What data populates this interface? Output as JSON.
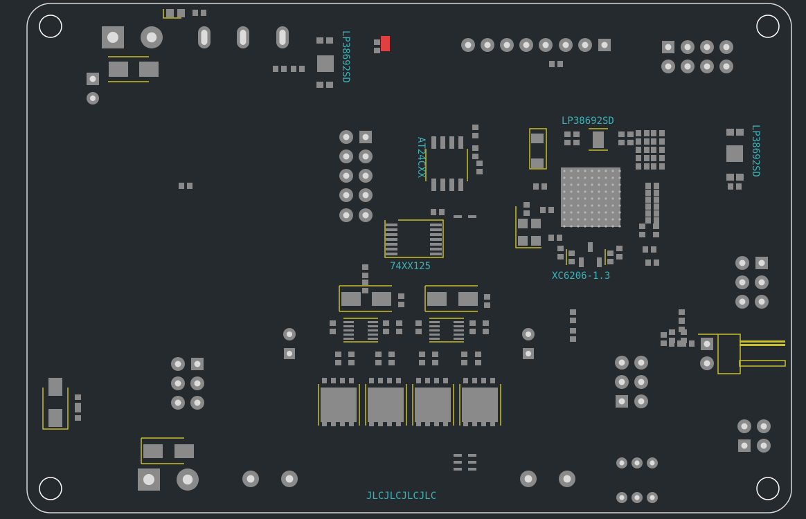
{
  "board": {
    "background": "#252a2e",
    "outline_color": "#d8d8d8",
    "pad_color": "#8a8a8a",
    "silk_color": "#c8c02a",
    "label_color": "#39b3b8",
    "highlight_color": "#e04040"
  },
  "labels": {
    "u_top_left": "LP38692SD",
    "u_top_center": "LP38692SD",
    "u_right": "LP38692SD",
    "eeprom": "AT24CXX",
    "buffer": "74XX125",
    "ldo": "XC6206-1.3",
    "order_code": "JLCJLCJLCJLC"
  },
  "icons": {
    "mounting_hole": "mounting-hole-icon",
    "through_hole_pad": "through-hole-pad-icon",
    "smd_pad": "smd-pad-icon"
  }
}
